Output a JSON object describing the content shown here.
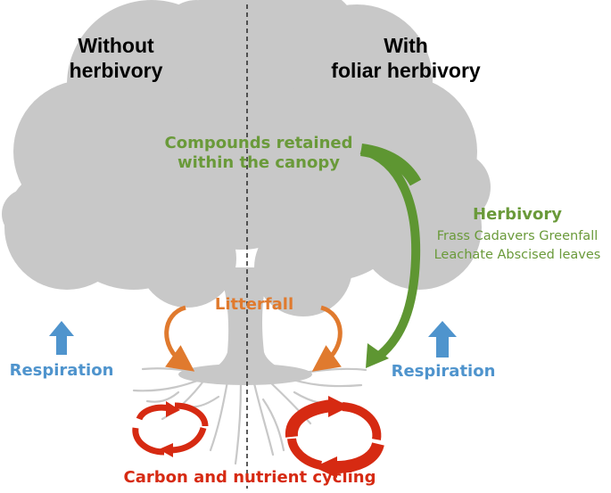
{
  "labels": {
    "left_heading_line1": "Without",
    "left_heading_line2": "herbivory",
    "right_heading_line1": "With",
    "right_heading_line2": "foliar herbivory",
    "canopy_line1": "Compounds retained",
    "canopy_line2": "within the canopy",
    "herbivory_title": "Herbivory",
    "herbivory_items_line1": "Frass Cadavers Greenfall",
    "herbivory_items_line2": "Leachate Abscised leaves",
    "litterfall": "Litterfall",
    "respiration_left": "Respiration",
    "respiration_right": "Respiration",
    "cycling": "Carbon and nutrient cycling"
  },
  "colors": {
    "tree": "#c8c8c8",
    "green": "#6a9a3a",
    "green_arrow": "#5e9632",
    "orange": "#e07a2e",
    "blue": "#4f94cd",
    "red": "#d62a12",
    "divider": "#333333"
  },
  "icons": {
    "tree": "tree-silhouette-icon",
    "respiration_arrow": "up-arrow-icon",
    "litterfall_arrow": "curved-arrow-icon",
    "herbivory_arrow": "curved-arrow-icon",
    "cycling_arrow": "circular-arrows-icon"
  }
}
